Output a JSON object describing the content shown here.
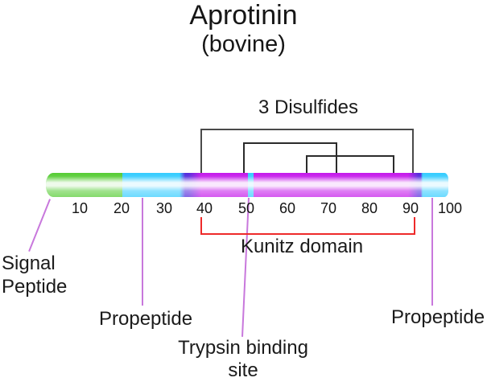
{
  "title": "Aprotinin",
  "subtitle": "(bovine)",
  "annotations": {
    "disulfides_label": "3 Disulfides",
    "kunitz_label": "Kunitz domain",
    "signal_label_line1": "Signal",
    "signal_label_line2": "Peptide",
    "propeptide_left_label": "Propeptide",
    "trypsin_label_line1": "Trypsin binding",
    "trypsin_label_line2": "site",
    "propeptide_right_label": "Propeptide"
  },
  "scale": {
    "ticks": [
      "10",
      "20",
      "30",
      "40",
      "50",
      "60",
      "70",
      "80",
      "90",
      "100"
    ],
    "range": [
      1,
      100
    ]
  },
  "segments": [
    {
      "name": "signal-peptide",
      "label": "Signal Peptide",
      "color": "#55CC33",
      "approx_start": 1,
      "approx_end": 20
    },
    {
      "name": "propeptide-n-terminal",
      "label": "Propeptide",
      "color": "#33CCFF",
      "approx_start": 20,
      "approx_end": 35
    },
    {
      "name": "kunitz-domain",
      "label": "Kunitz domain",
      "color": "#C518EB",
      "approx_start": 39,
      "approx_end": 90
    },
    {
      "name": "trypsin-binding-site",
      "label": "Trypsin binding site",
      "color": "#33CCFF",
      "approx_start": 51,
      "approx_end": 52
    },
    {
      "name": "propeptide-c-terminal",
      "label": "Propeptide",
      "color": "#33CCFF",
      "approx_start": 93,
      "approx_end": 100
    }
  ],
  "disulfide_bonds": [
    {
      "from": 39,
      "to": 90
    },
    {
      "from": 49,
      "to": 72
    },
    {
      "from": 64,
      "to": 85
    }
  ],
  "colors": {
    "signal_peptide": "#55CC33",
    "propeptide": "#33CCFF",
    "kunitz_domain": "#C518EB",
    "domain_boundary": "#5229DC",
    "pointer_line": "#C878DC",
    "kunitz_bracket": "#EE2A2A",
    "disulfide_bracket": "#3C3C3C",
    "text": "#1B1B1B"
  }
}
